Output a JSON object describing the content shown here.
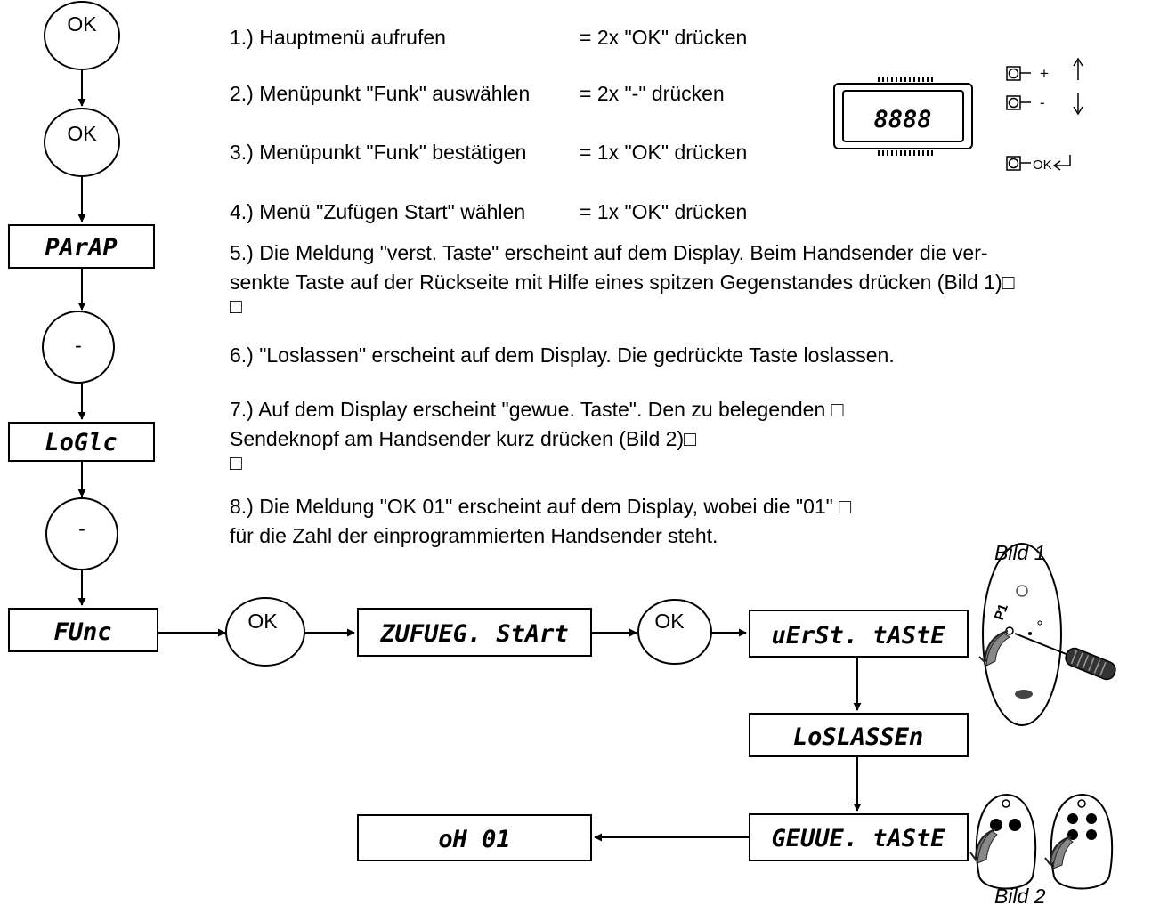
{
  "nodes": {
    "ok1": "OK",
    "ok2": "OK",
    "minus1": "-",
    "minus2": "-",
    "ok3": "OK",
    "ok4": "OK"
  },
  "displays": {
    "parameter": "PArAP",
    "logic": "LoGlc",
    "func": "FUnc",
    "zufueg_start": "ZUFUEG. StArt",
    "verst_taste": "uErSt. tAStE",
    "loslassen": "LoSLASSEn",
    "gewue_taste": "GEUUE. tAStE",
    "ok01": "oH 01"
  },
  "steps": [
    {
      "action": "1.) Hauptmenü aufrufen",
      "result": "= 2x \"OK\" drücken"
    },
    {
      "action": "2.) Menüpunkt \"Funk\" auswählen",
      "result": "= 2x \"-\" drücken"
    },
    {
      "action": "3.) Menüpunkt \"Funk\" bestätigen",
      "result": "= 1x \"OK\" drücken"
    },
    {
      "action": "4.) Menü \"Zufügen Start\" wählen",
      "result": "= 1x \"OK\" drücken"
    }
  ],
  "paragraphs": {
    "p5": [
      "5.) Die Meldung \"verst. Taste\" erscheint auf dem Display. Beim Handsender die ver-",
      "senkte Taste auf der Rückseite mit Hilfe eines spitzen Gegenstandes drücken (Bild 1)□",
      "□"
    ],
    "p6": [
      "6.) \"Loslassen\" erscheint auf dem Display. Die gedrückte Taste loslassen."
    ],
    "p7": [
      "7.) Auf dem Display erscheint \"gewue. Taste\". Den zu belegenden □",
      "Sendeknopf am Handsender kurz drücken (Bild 2)□",
      "□"
    ],
    "p8": [
      "8.) Die Meldung \"OK 01\" erscheint auf dem Display, wobei die \"01\" □",
      "für die Zahl der einprogrammierten Handsender steht."
    ]
  },
  "panel": {
    "display_value": "8888",
    "plus_label": "+",
    "minus_label": "-",
    "ok_label": "OK"
  },
  "captions": {
    "bild1": "Bild 1",
    "bild2": "Bild 2"
  },
  "remote": {
    "button_label": "P1"
  }
}
